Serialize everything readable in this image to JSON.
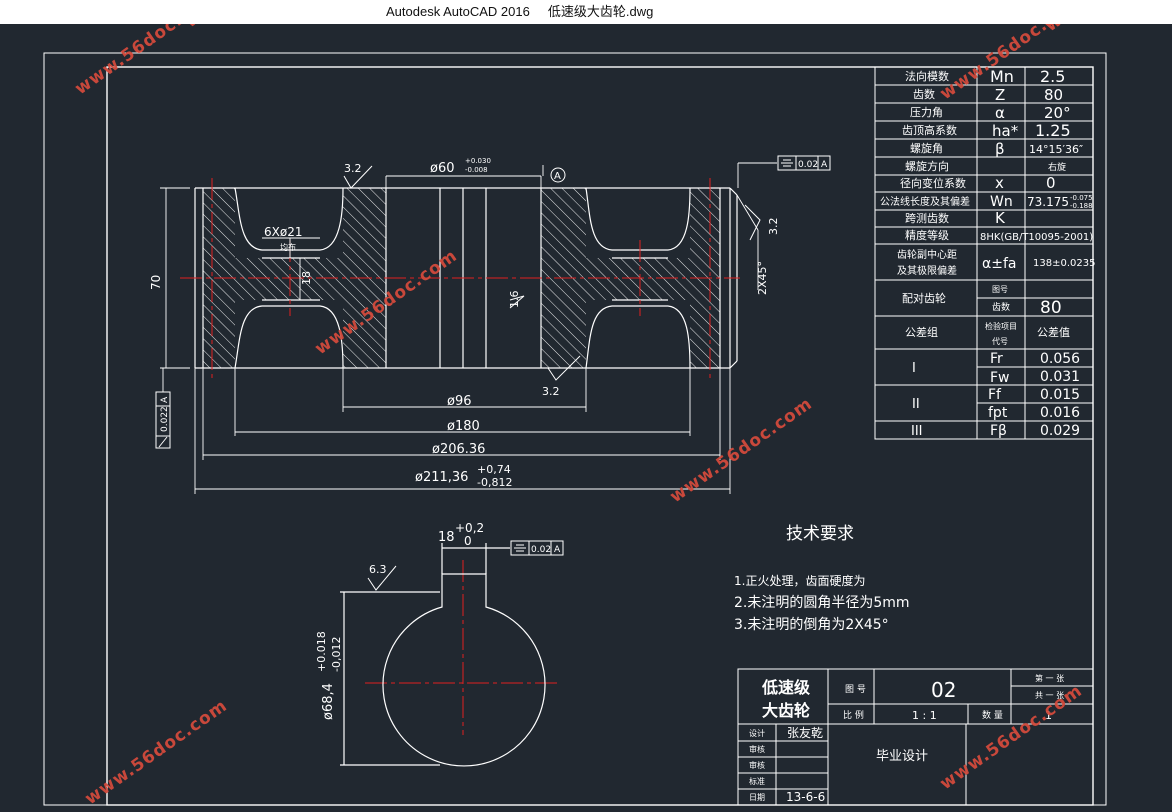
{
  "window": {
    "app_name": "Autodesk AutoCAD 2016",
    "file_name": "低速级大齿轮.dwg"
  },
  "dimensions": {
    "top_bore": "ø60",
    "top_bore_tol_upper": "+0.030",
    "top_bore_tol_lower": "-0.008",
    "top_rough": "3.2",
    "datum_a": "A",
    "fcf_top_val": "0.02",
    "fcf_top_ref": "A",
    "hole": "6Xø21",
    "hole_note": "均布",
    "web": "18",
    "height": "70",
    "rough_mid": "1.6",
    "chamfer": "2X45°",
    "right_rough": "3.2",
    "bottom_rough": "3.2",
    "fcf_left_val": "0.022",
    "fcf_left_ref": "A",
    "d96": "ø96",
    "d180": "ø180",
    "d206": "ø206.36",
    "d211": "ø211,36",
    "d211_upper": "+0,74",
    "d211_lower": "-0,812",
    "key_width": "18",
    "key_tol_upper": "+0,2",
    "key_tol_lower": "0",
    "fcf_key_val": "0.02",
    "fcf_key_ref": "A",
    "key_rough": "6.3",
    "shaft_d": "ø68,4",
    "shaft_upper": "+0.018",
    "shaft_lower": "-0,012"
  },
  "param_table": {
    "rows": [
      {
        "label": "法向模数",
        "sym": "Mn",
        "val": "2.5"
      },
      {
        "label": "齿数",
        "sym": "Z",
        "val": "80"
      },
      {
        "label": "压力角",
        "sym": "α",
        "val": "20°"
      },
      {
        "label": "齿顶高系数",
        "sym": "ha*",
        "val": "1.25"
      },
      {
        "label": "螺旋角",
        "sym": "β",
        "val": "14°15′36″"
      },
      {
        "label": "螺旋方向",
        "sym": "",
        "val": "右旋"
      },
      {
        "label": "径向变位系数",
        "sym": "x",
        "val": "0"
      },
      {
        "label": "公法线长度及其偏差",
        "sym": "Wn",
        "val": "73.175",
        "upper": "-0.075",
        "lower": "-0.188"
      },
      {
        "label": "跨测齿数",
        "sym": "K",
        "val": ""
      },
      {
        "label": "精度等级",
        "sym": "",
        "val": "8HK(GB/T10095-2001)"
      }
    ],
    "center": {
      "label1": "齿轮副中心距",
      "label2": "及其极限偏差",
      "sym": "α±fa",
      "val": "138±0.0235"
    },
    "mating": {
      "label": "配对齿轮",
      "sub1": "图号",
      "val1": "",
      "sub2": "齿数",
      "val2": "80"
    },
    "tol_header": {
      "group": "公差组",
      "item1": "检验项目",
      "item2": "代号",
      "value": "公差值"
    },
    "tol_groups": [
      {
        "group": "I",
        "rows": [
          {
            "code": "Fr",
            "val": "0.056"
          },
          {
            "code": "Fw",
            "val": "0.031"
          }
        ]
      },
      {
        "group": "II",
        "rows": [
          {
            "code": "Ff",
            "val": "0.015"
          },
          {
            "code": "fpt",
            "val": "0.016"
          }
        ]
      },
      {
        "group": "III",
        "rows": [
          {
            "code": "Fβ",
            "val": "0.029"
          }
        ]
      }
    ]
  },
  "tech": {
    "title": "技术要求",
    "items": [
      "1.正火处理，齿面硬度为",
      "2.未注明的圆角半径为5mm",
      "3.未注明的倒角为2X45°"
    ]
  },
  "title_block": {
    "name_line1": "低速级",
    "name_line2": "大齿轮",
    "drawing_no_label": "图 号",
    "drawing_no": "02",
    "sheet_label1": "第 一 张",
    "sheet_label2": "共 一 张",
    "scale_label": "比 例",
    "scale": "1 : 1",
    "qty_label": "数 量",
    "qty": "1",
    "design_label": "设计",
    "designer": "张友乾",
    "drawing_label": "审核",
    "check_label": "审核",
    "std_label": "标准",
    "date_label": "日期",
    "date": "13-6-6",
    "project": "毕业设计"
  },
  "watermark": "www.56doc.com",
  "colors": {
    "background": "#212830",
    "lines": "#ffffff",
    "centerlines": "#e02020",
    "watermark": "#d24a3c"
  }
}
